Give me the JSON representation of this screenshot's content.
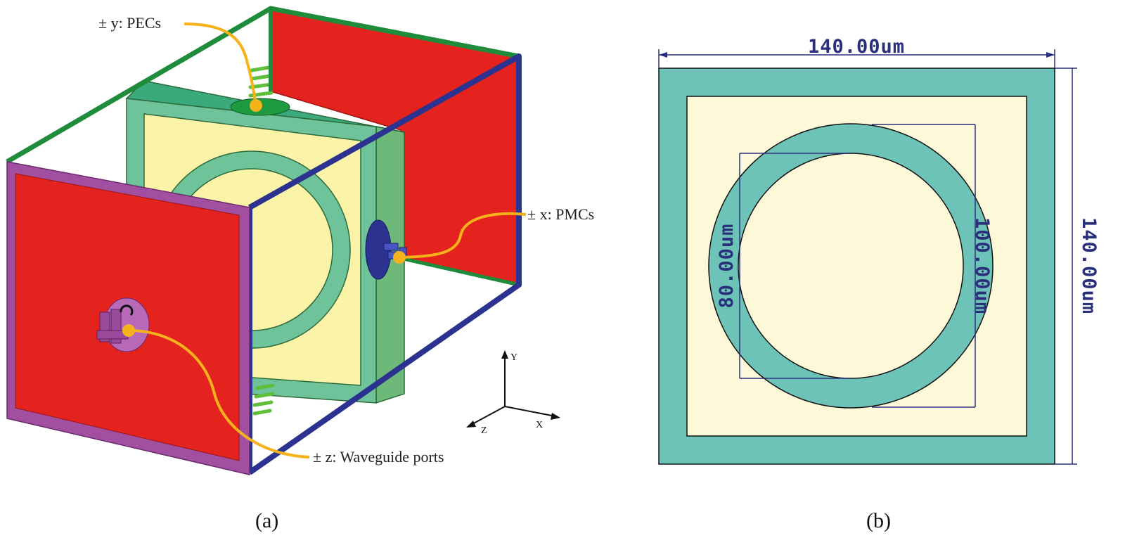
{
  "panel_a": {
    "label": "(a)",
    "callouts": {
      "y_boundary": "± y: PECs",
      "x_boundary": "± x: PMCs",
      "z_boundary": "± z: Waveguide ports"
    },
    "axes": {
      "y": "Y",
      "x": "X",
      "z": "Z"
    }
  },
  "panel_b": {
    "label": "(b)",
    "dimensions": {
      "width": "140.00um",
      "height": "140.00um",
      "inner_diameter": "80.00um",
      "outer_diameter": "100.00um"
    }
  },
  "colors": {
    "pec_frame": "#1e8c3a",
    "pmc_frame": "#2b3290",
    "port_frame": "#a24fa2",
    "boundary_face": "#e4231f",
    "ring_teal": "#6ec3b8",
    "substrate": "#fdf9d8",
    "callout_line": "#f5b21a"
  }
}
